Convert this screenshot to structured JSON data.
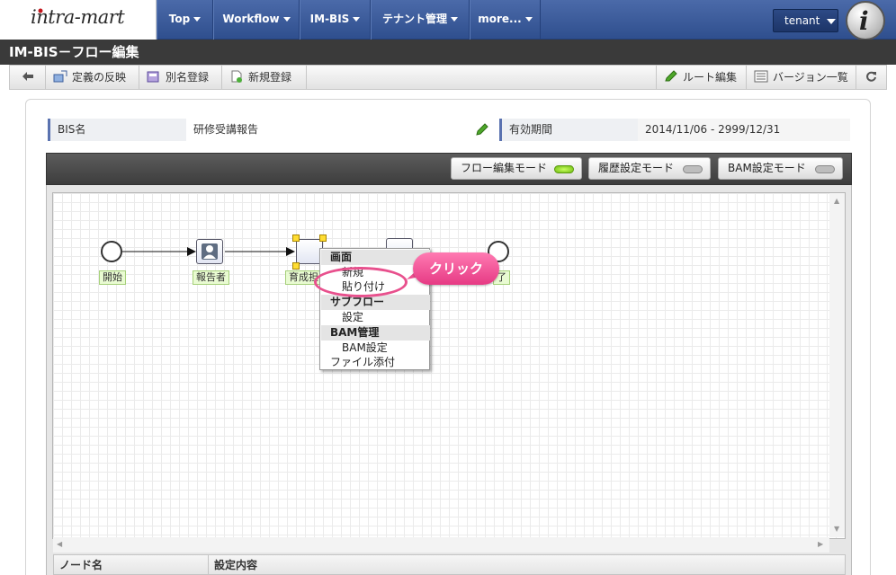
{
  "nav": {
    "logo": "intra-mart",
    "items": [
      {
        "label": "Top"
      },
      {
        "label": "Workflow"
      },
      {
        "label": "IM-BIS"
      },
      {
        "label": "テナント管理"
      },
      {
        "label": "more..."
      }
    ],
    "tenant": "tenant"
  },
  "page_title": "IM-BIS－フロー編集",
  "toolbar": {
    "apply": "定義の反映",
    "alias": "別名登録",
    "new": "新規登録",
    "route_edit": "ルート編集",
    "versions": "バージョン一覧"
  },
  "info": {
    "bis_name_label": "BIS名",
    "bis_name_value": "研修受講報告",
    "period_label": "有効期間",
    "period_value": "2014/11/06 - 2999/12/31"
  },
  "modes": {
    "flow": "フロー編集モード",
    "history": "履歴設定モード",
    "bam": "BAM設定モード"
  },
  "flow": {
    "start": "開始",
    "reporter": "報告者",
    "trainer": "育成担",
    "end": "了"
  },
  "context_menu": {
    "screen_header": "画面",
    "new": "新規",
    "paste": "貼り付け",
    "subflow_header": "サブフロー",
    "settings": "設定",
    "bam_header": "BAM管理",
    "bam_settings": "BAM設定",
    "file_attach": "ファイル添付"
  },
  "callout": "クリック",
  "grid": {
    "col_node": "ノード名",
    "col_setting": "設定内容"
  },
  "colors": {
    "nav_blue": "#3a5a9a",
    "title_bar": "#3a3a3a",
    "callout_pink": "#e8508d",
    "label_green": "#e9fbd2"
  }
}
